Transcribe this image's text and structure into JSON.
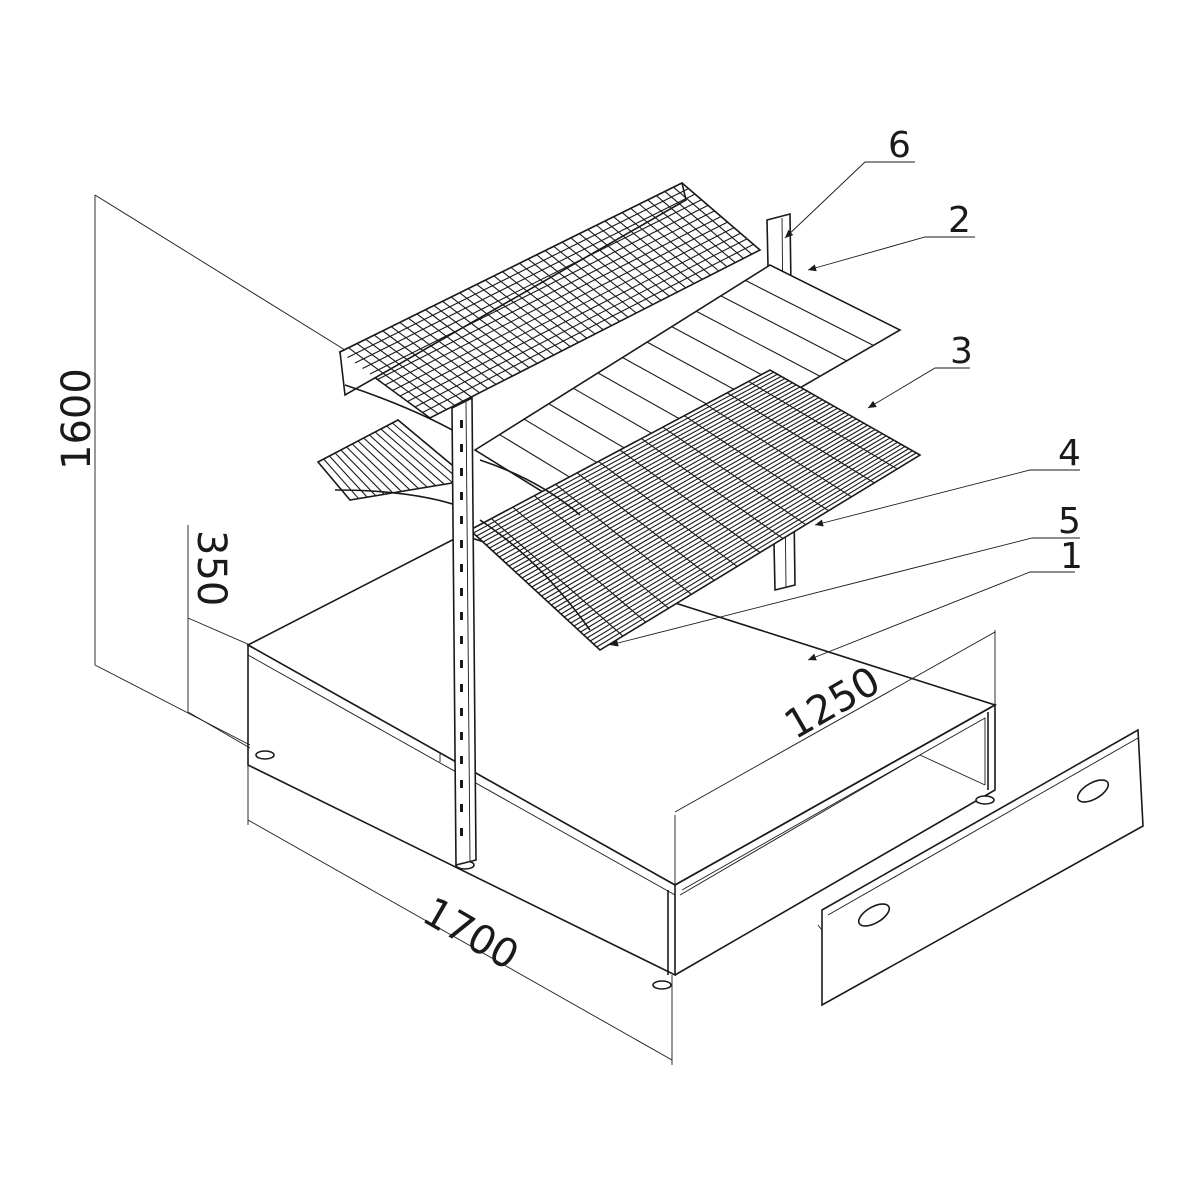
{
  "dimensions": {
    "height_total": "1600",
    "base_height": "350",
    "width": "1700",
    "depth": "1250"
  },
  "callouts": [
    {
      "label": "6"
    },
    {
      "label": "2"
    },
    {
      "label": "3"
    },
    {
      "label": "4"
    },
    {
      "label": "5"
    },
    {
      "label": "1"
    }
  ]
}
